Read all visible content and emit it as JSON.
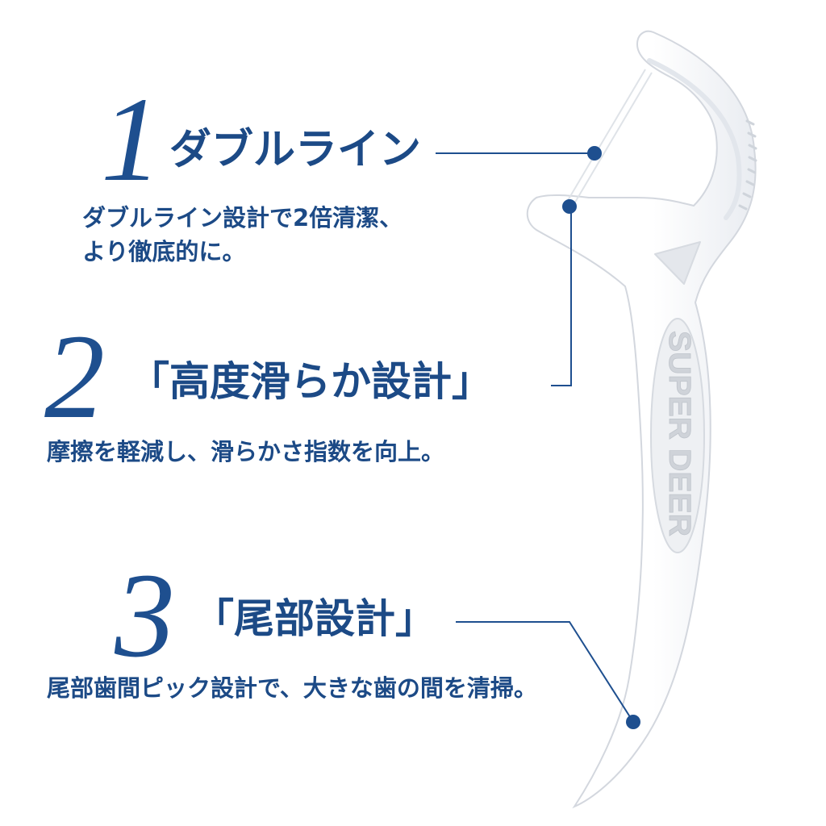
{
  "colors": {
    "navy": "#1e4f8f",
    "text": "#1c4a86",
    "pick_fill": "#ffffff",
    "pick_shade": "#e6e9ee",
    "pick_outline": "#d3d7de",
    "brand_text": "#cfd3d9"
  },
  "features": [
    {
      "number": "1",
      "title": "ダブルライン",
      "desc_line1": "ダブルライン設計で2倍清潔、",
      "desc_line2": "より徹底的に。"
    },
    {
      "number": "2",
      "title": "「高度滑らか設計」",
      "desc_line1": "摩擦を軽減し、滑らかさ指数を向上。"
    },
    {
      "number": "3",
      "title": "「尾部設計」",
      "desc_line1": "尾部歯間ピック設計で、大きな歯の間を清掃。"
    }
  ],
  "product": {
    "brand_text": "SUPER DEER",
    "icon": "floss-pick-icon"
  }
}
